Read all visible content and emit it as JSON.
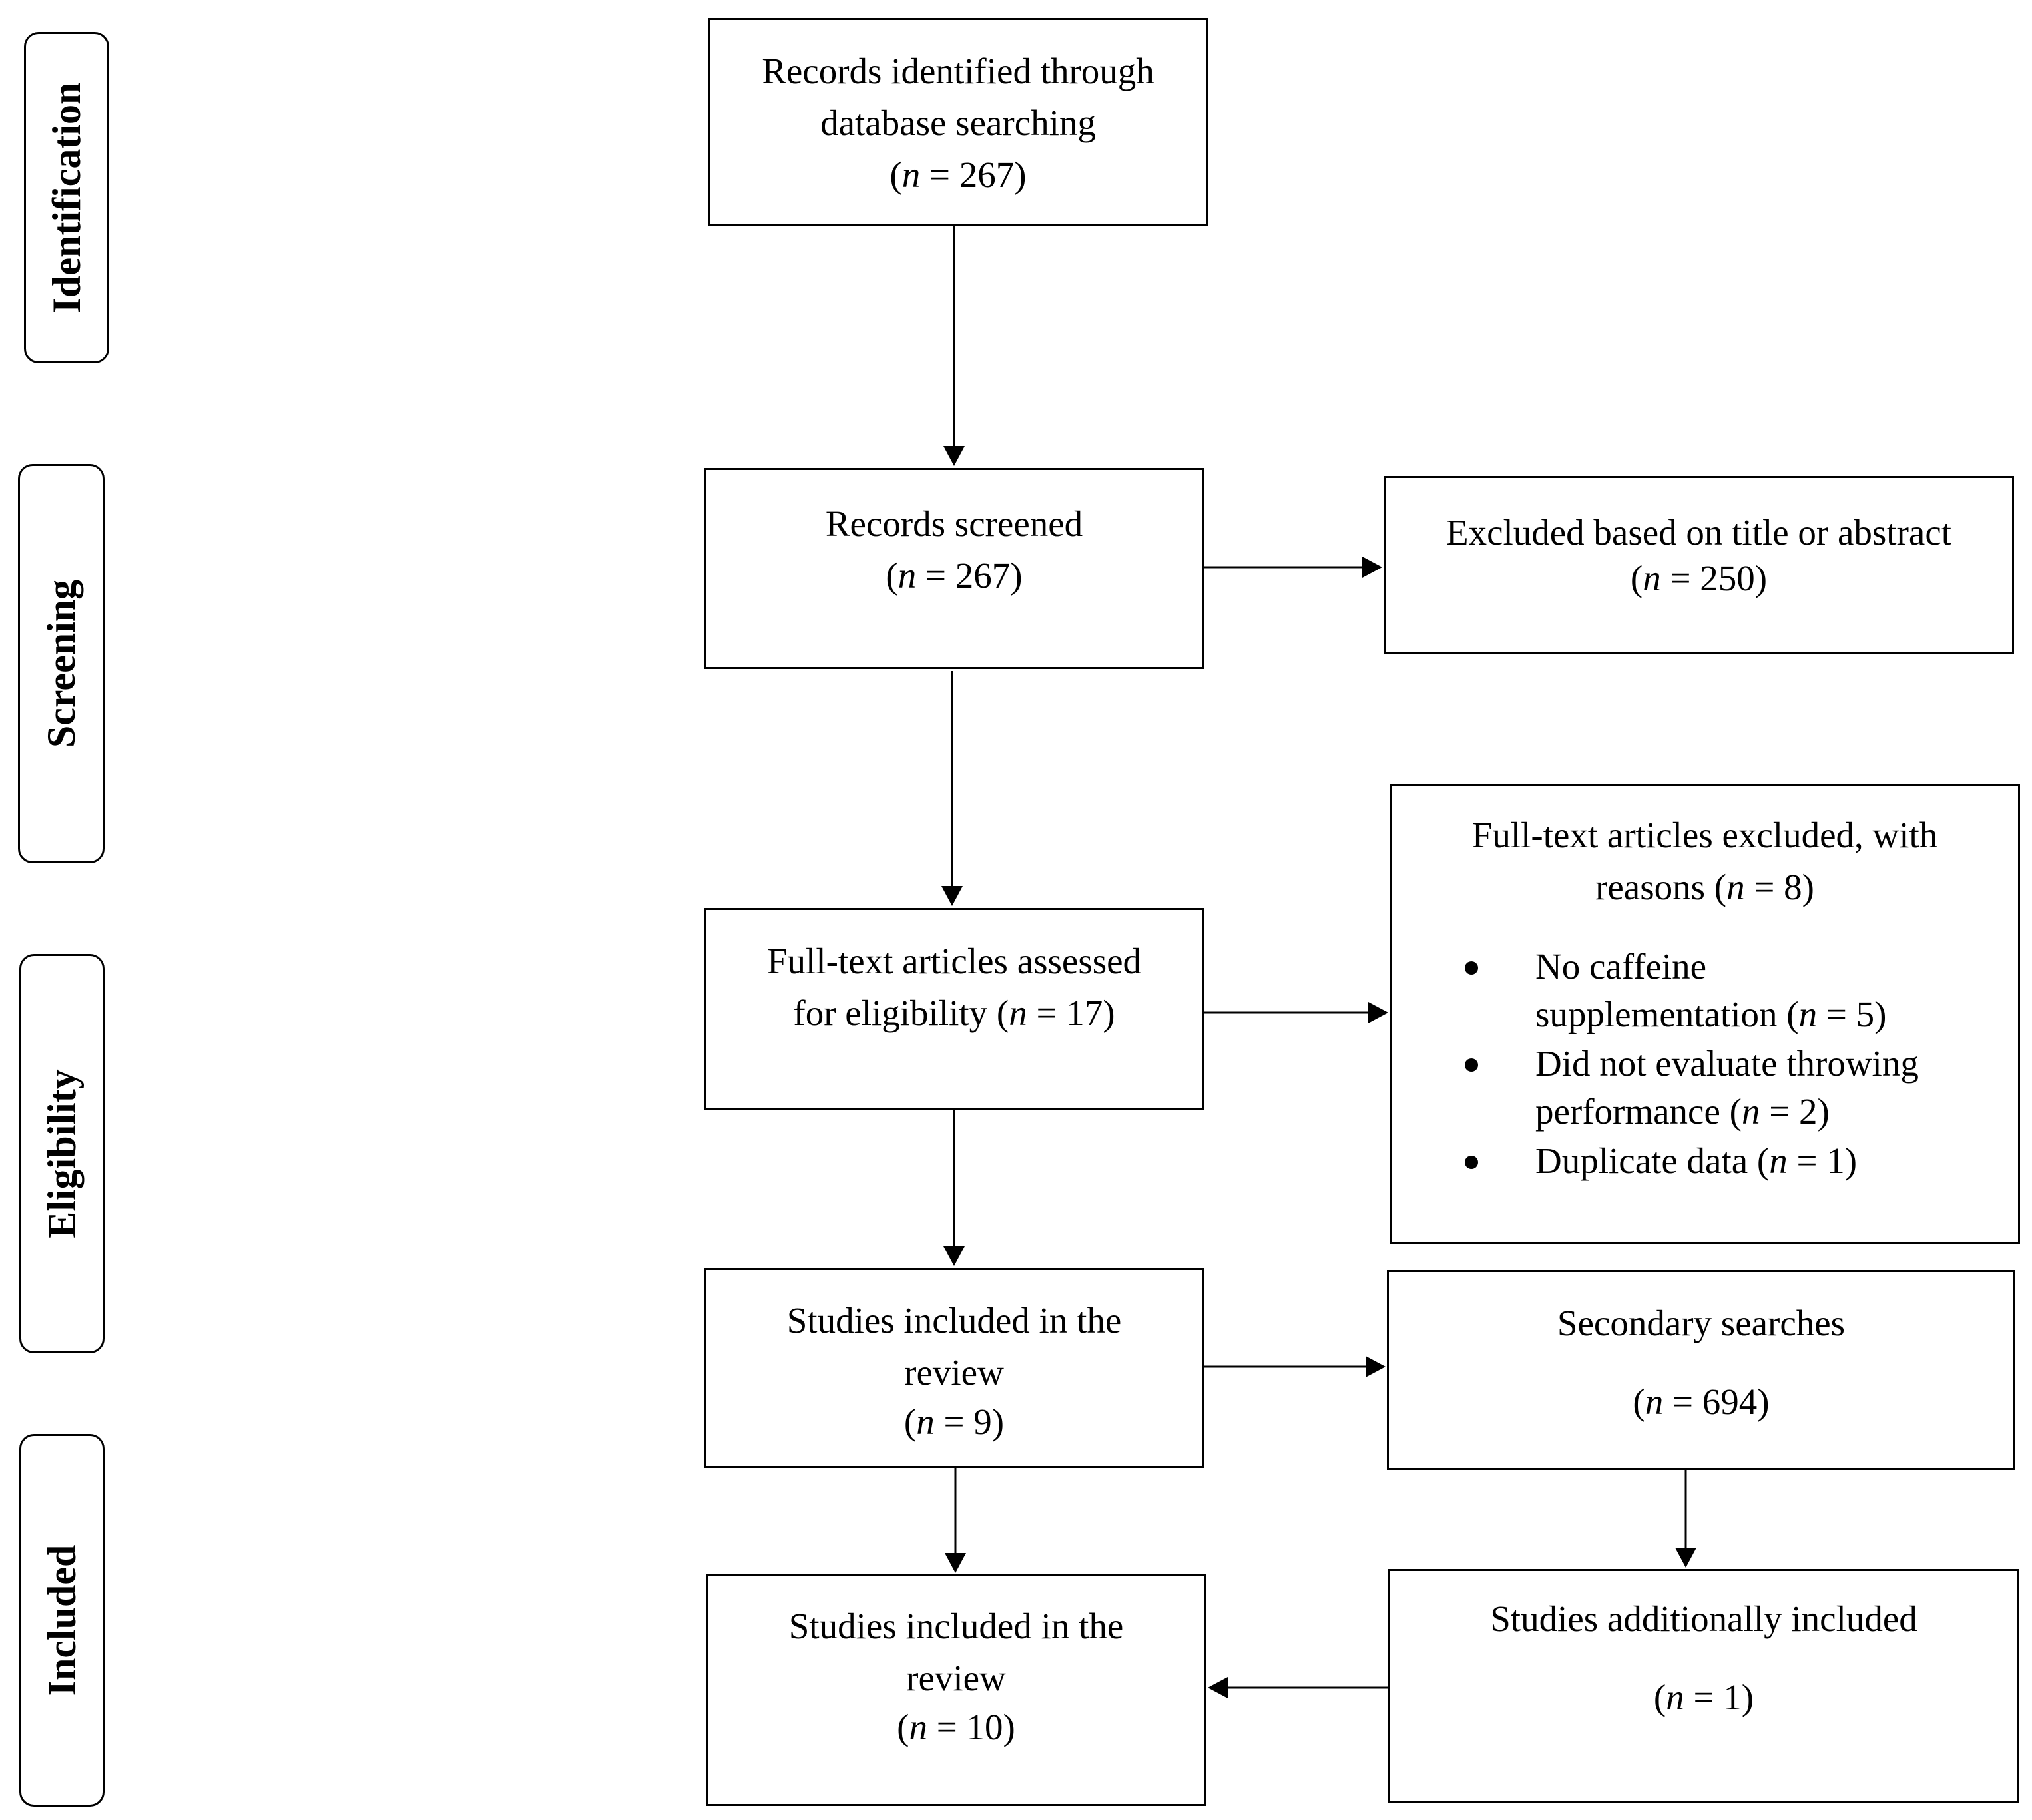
{
  "phases": {
    "identification": "Identification",
    "screening": "Screening",
    "eligibility": "Eligibility",
    "included": "Included"
  },
  "boxes": {
    "identified": {
      "line1": "Records identified through",
      "line2": "database searching",
      "count_open": "(",
      "n": "n",
      "count_value": " = 267)"
    },
    "screened": {
      "line1": "Records screened",
      "count_open": "(",
      "n": "n",
      "count_value": " = 267)"
    },
    "excluded_title": {
      "line1": "Excluded based on title or abstract",
      "count_open": "(",
      "n": "n",
      "count_value": " = 250)"
    },
    "fulltext_assessed": {
      "line1": "Full-text articles assessed",
      "line2_pre": "for eligibility (",
      "n": "n",
      "line2_post": " = 17)"
    },
    "fulltext_excluded": {
      "line1": "Full-text articles excluded, with",
      "line2_pre": "reasons (",
      "n": "n",
      "line2_post": " = 8)",
      "reasons": [
        {
          "line1": "No caffeine",
          "line2_pre": "supplementation (",
          "n": "n",
          "line2_post": " = 5)"
        },
        {
          "line1": "Did not evaluate throwing",
          "line2_pre": "performance (",
          "n": "n",
          "line2_post": " = 2)"
        },
        {
          "line1_pre": "Duplicate data (",
          "n": "n",
          "line1_post": " = 1)"
        }
      ]
    },
    "included_review_1": {
      "line1": "Studies included in the",
      "line2": "review",
      "count_open": "(",
      "n": "n",
      "count_value": " = 9)"
    },
    "secondary_searches": {
      "line1": "Secondary searches",
      "count_open": "(",
      "n": "n",
      "count_value": " = 694)"
    },
    "included_review_2": {
      "line1": "Studies included in the",
      "line2": "review",
      "count_open": "(",
      "n": "n",
      "count_value": " = 10)"
    },
    "additionally_included": {
      "line1": "Studies additionally included",
      "count_open": "(",
      "n": "n",
      "count_value": " = 1)"
    }
  }
}
